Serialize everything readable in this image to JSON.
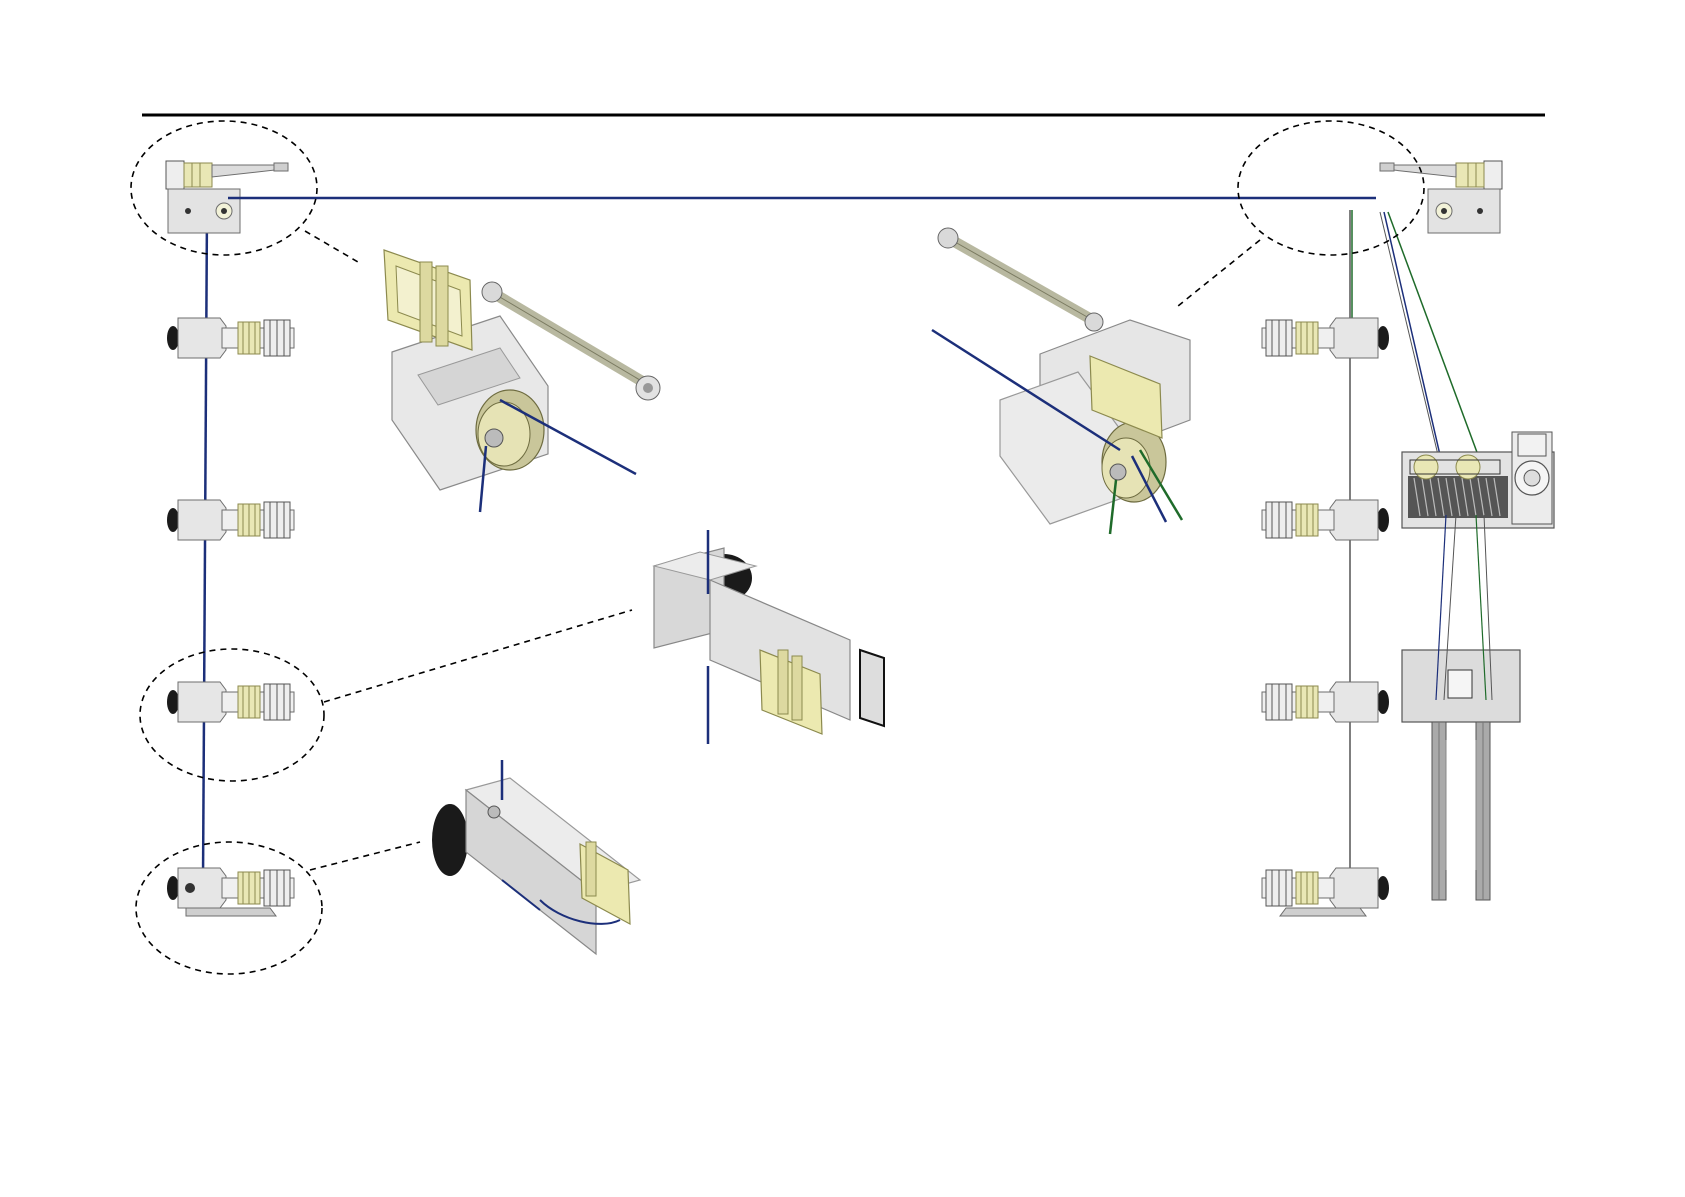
{
  "diagram": {
    "colors": {
      "background": "#ffffff",
      "top_rule": "#000000",
      "cable_blue": "#1c2f7a",
      "cable_green": "#1f6b2a",
      "cable_gray": "#555555",
      "bracket_fill": "#e6e6e6",
      "bracket_stroke": "#6d6d6d",
      "ratchet_fill": "#e9e7b5",
      "ratchet_stroke": "#8c8a4e",
      "wheel": "#1a1a1a",
      "dashed": "#000000"
    },
    "components": [
      "corner-pulley-assembly-left",
      "corner-pulley-assembly-right",
      "strap-anchor-bracket",
      "wheel-anchor-bracket",
      "winch-drum-unit",
      "mounting-plate-with-rails"
    ]
  }
}
